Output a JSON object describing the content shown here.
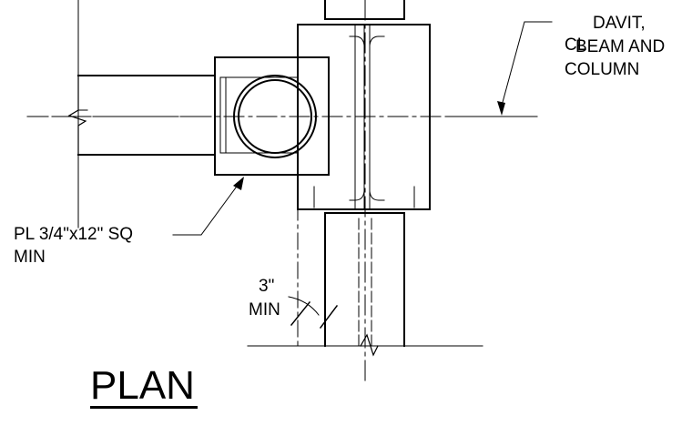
{
  "labels": {
    "davit_line1": "DAVIT,",
    "davit_line2": "BEAM AND",
    "davit_line3": "COLUMN",
    "centerline_symbol": "CL",
    "plate_line1": "PL 3/4\"x12\" SQ",
    "plate_line2": "MIN",
    "offset_line1": "3\"",
    "offset_line2": "MIN"
  },
  "title": "PLAN",
  "colors": {
    "ink": "#000000",
    "background": "#ffffff"
  }
}
